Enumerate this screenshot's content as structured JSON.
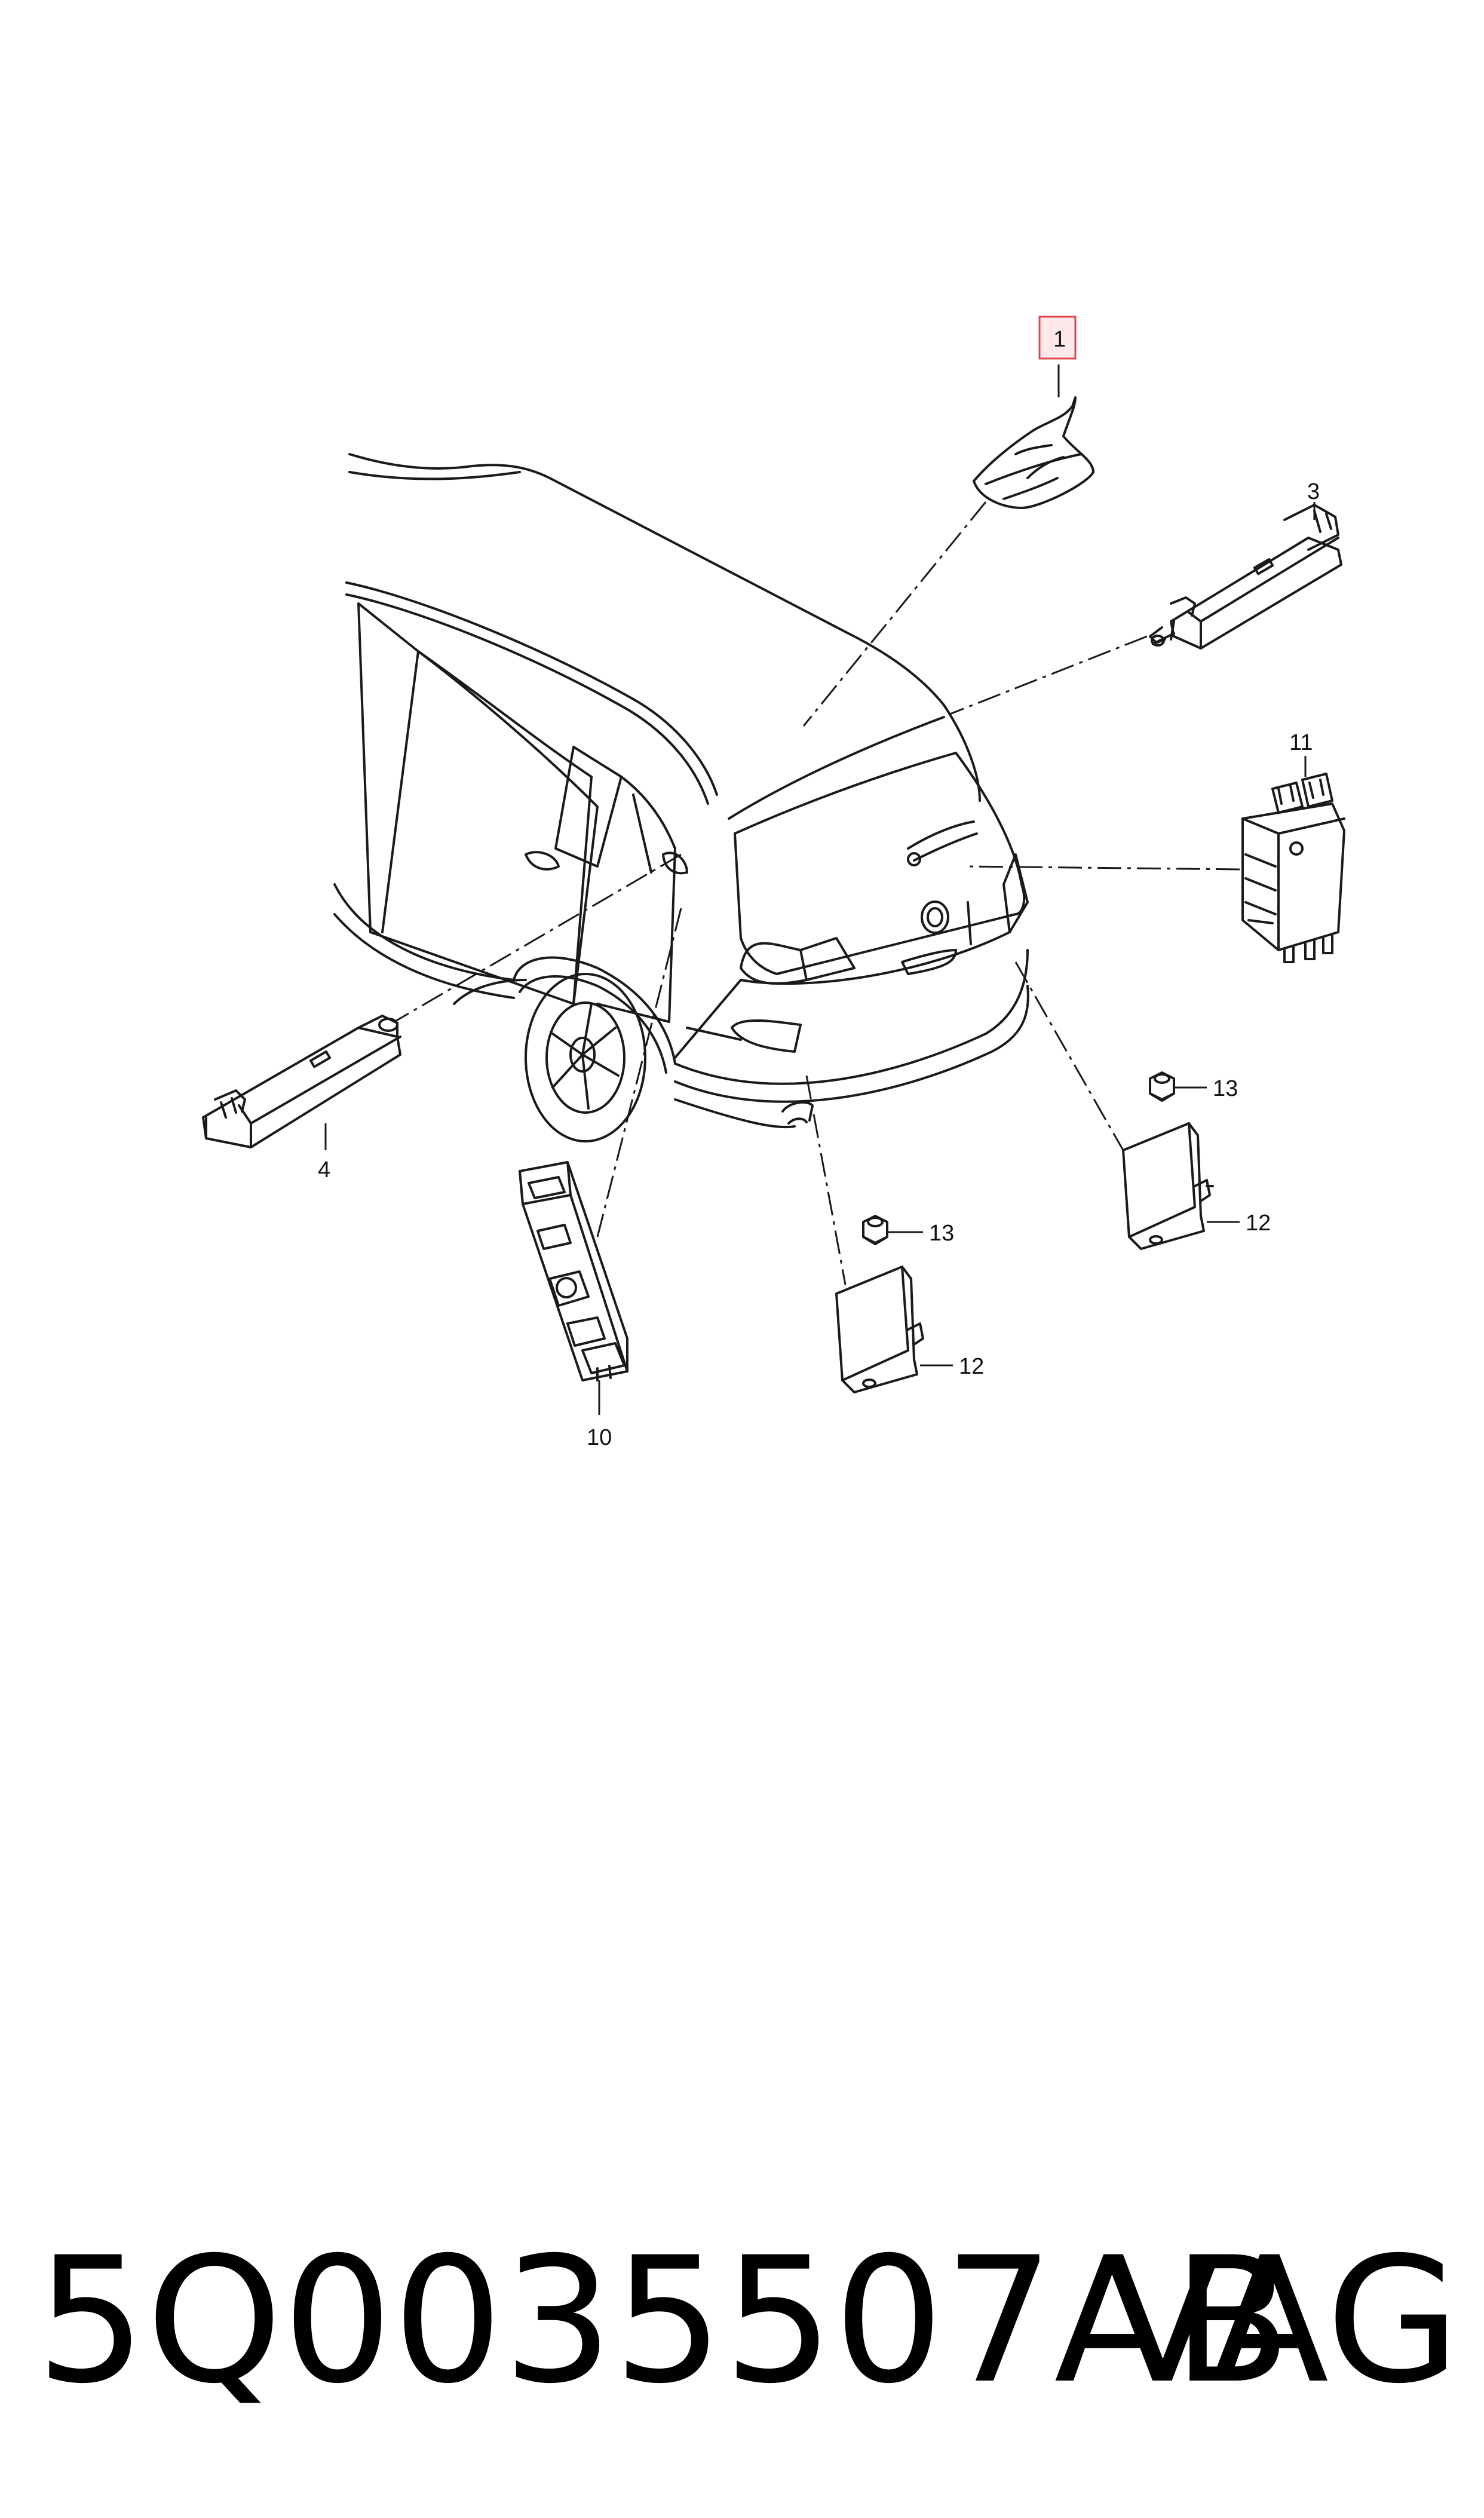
{
  "diagram": {
    "callouts": {
      "c1": "1",
      "c3": "3",
      "c4": "4",
      "c10": "10",
      "c11": "11",
      "c12a": "12",
      "c12b": "12",
      "c13a": "13",
      "c13b": "13"
    },
    "highlight_color": "#e0474c",
    "line_color": "#1a1a1a"
  },
  "footer": {
    "part_number": "5Q0035507AB",
    "brand": "VAG"
  }
}
